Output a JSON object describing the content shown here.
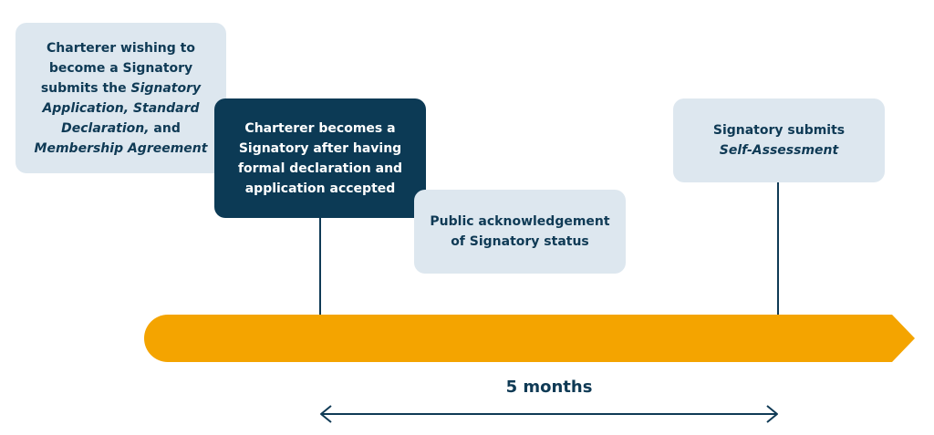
{
  "boxes": {
    "apply": {
      "lines": [
        [
          "Charterer wishing to"
        ],
        [
          "become a Signatory"
        ],
        [
          "submits the ",
          "*Signatory"
        ],
        [
          "*Application, Standard"
        ],
        [
          "*Declaration,",
          " and"
        ],
        [
          "*Membership Agreement"
        ]
      ]
    },
    "becomes": {
      "lines": [
        [
          "Charterer becomes a"
        ],
        [
          "Signatory after having"
        ],
        [
          "formal declaration and"
        ],
        [
          "application accepted"
        ]
      ]
    },
    "public": {
      "lines": [
        [
          "Public acknowledgement"
        ],
        [
          "of Signatory status"
        ]
      ]
    },
    "self": {
      "lines": [
        [
          "Signatory submits"
        ],
        [
          "*Self-Assessment"
        ]
      ]
    }
  },
  "duration": {
    "label": "5 months"
  },
  "colors": {
    "timeline_arrow": "#f4a400",
    "dark_box": "#0c3a55",
    "light_box": "#dde7ef",
    "line": "#0f3a55"
  }
}
